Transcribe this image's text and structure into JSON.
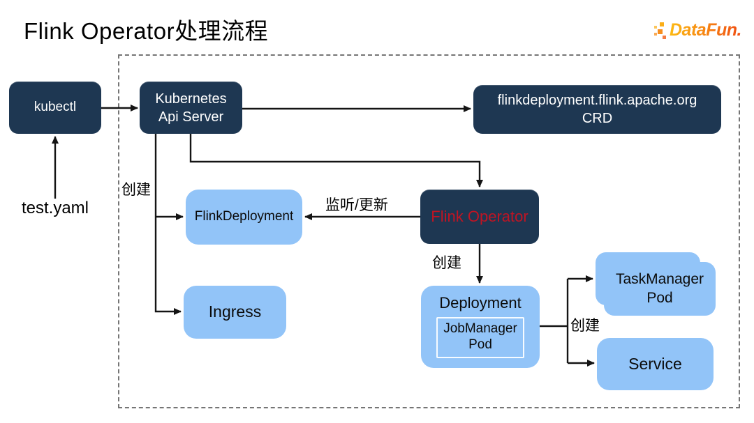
{
  "header": {
    "title": "Flink Operator处理流程"
  },
  "logo": {
    "brand": "DataFun."
  },
  "diagram": {
    "nodes": {
      "kubectl": {
        "label": "kubectl"
      },
      "api_server": {
        "line1": "Kubernetes",
        "line2": "Api Server"
      },
      "crd": {
        "line1": "flinkdeployment.flink.apache.org",
        "line2": "CRD"
      },
      "flink_deployment": {
        "label": "FlinkDeployment"
      },
      "ingress": {
        "label": "Ingress"
      },
      "flink_operator": {
        "label": "Flink Operator"
      },
      "deployment": {
        "label": "Deployment"
      },
      "jobmanager_pod": {
        "line1": "JobManager",
        "line2": "Pod"
      },
      "taskmanager_pod": {
        "line1": "TaskManager",
        "line2": "Pod"
      },
      "service": {
        "label": "Service"
      }
    },
    "edge_labels": {
      "create_flinkdeployment": "创建",
      "watch_update": "监听/更新",
      "create_deployment": "创建",
      "create_pods": "创建"
    },
    "external": {
      "test_yaml": "test.yaml"
    }
  },
  "colors": {
    "node_dark": "#1E3752",
    "node_light": "#92C4F8",
    "operator_text": "#C01423",
    "line": "#141414",
    "dashed_border": "#757575",
    "logo_gradient_start": "#FDBA12",
    "logo_gradient_end": "#F04E13"
  }
}
